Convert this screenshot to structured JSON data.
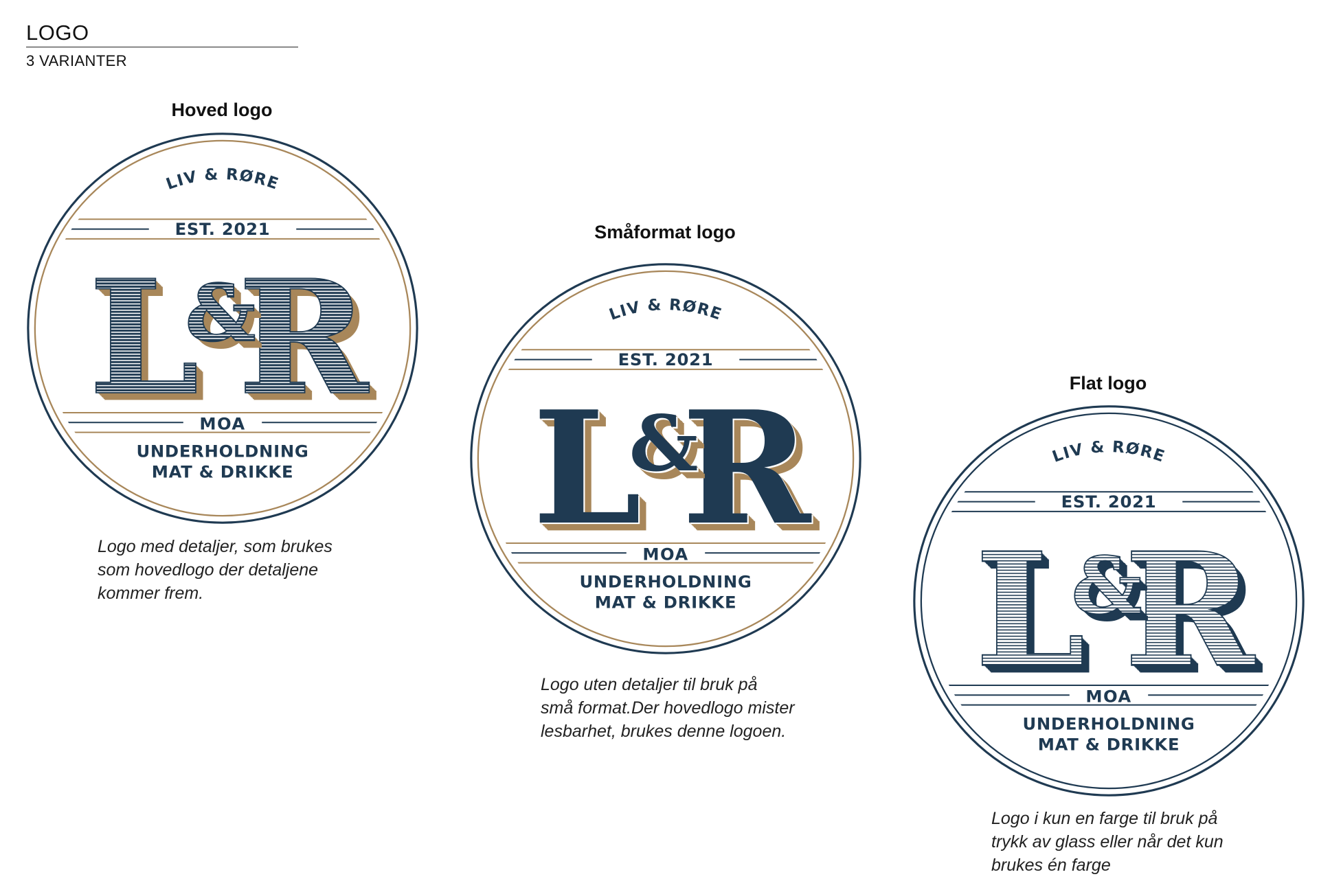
{
  "header": {
    "title": "LOGO",
    "subtitle": "3 VARIANTER"
  },
  "logo_text": {
    "top": "LIV & RØRE",
    "est": "EST. 2021",
    "monogram_left": "L",
    "monogram_amp": "&",
    "monogram_right": "R",
    "place": "MOA",
    "line1": "UNDERHOLDNING",
    "line2": "MAT & DRIKKE"
  },
  "colors": {
    "navy": "#1f3a52",
    "gold": "#a8875a"
  },
  "variants": [
    {
      "title": "Hoved logo",
      "style": "detailed",
      "description": [
        "Logo med detaljer, som brukes",
        "som hovedlogo der detaljene",
        "kommer frem."
      ]
    },
    {
      "title": "Småformat logo",
      "style": "solid",
      "description": [
        "Logo uten detaljer til bruk på",
        "små format.Der hovedlogo mister",
        "lesbarhet, brukes denne logoen."
      ]
    },
    {
      "title": "Flat logo",
      "style": "flat",
      "description": [
        "Logo i kun en farge til bruk på",
        "trykk av glass eller når det kun",
        "brukes én farge"
      ]
    }
  ]
}
